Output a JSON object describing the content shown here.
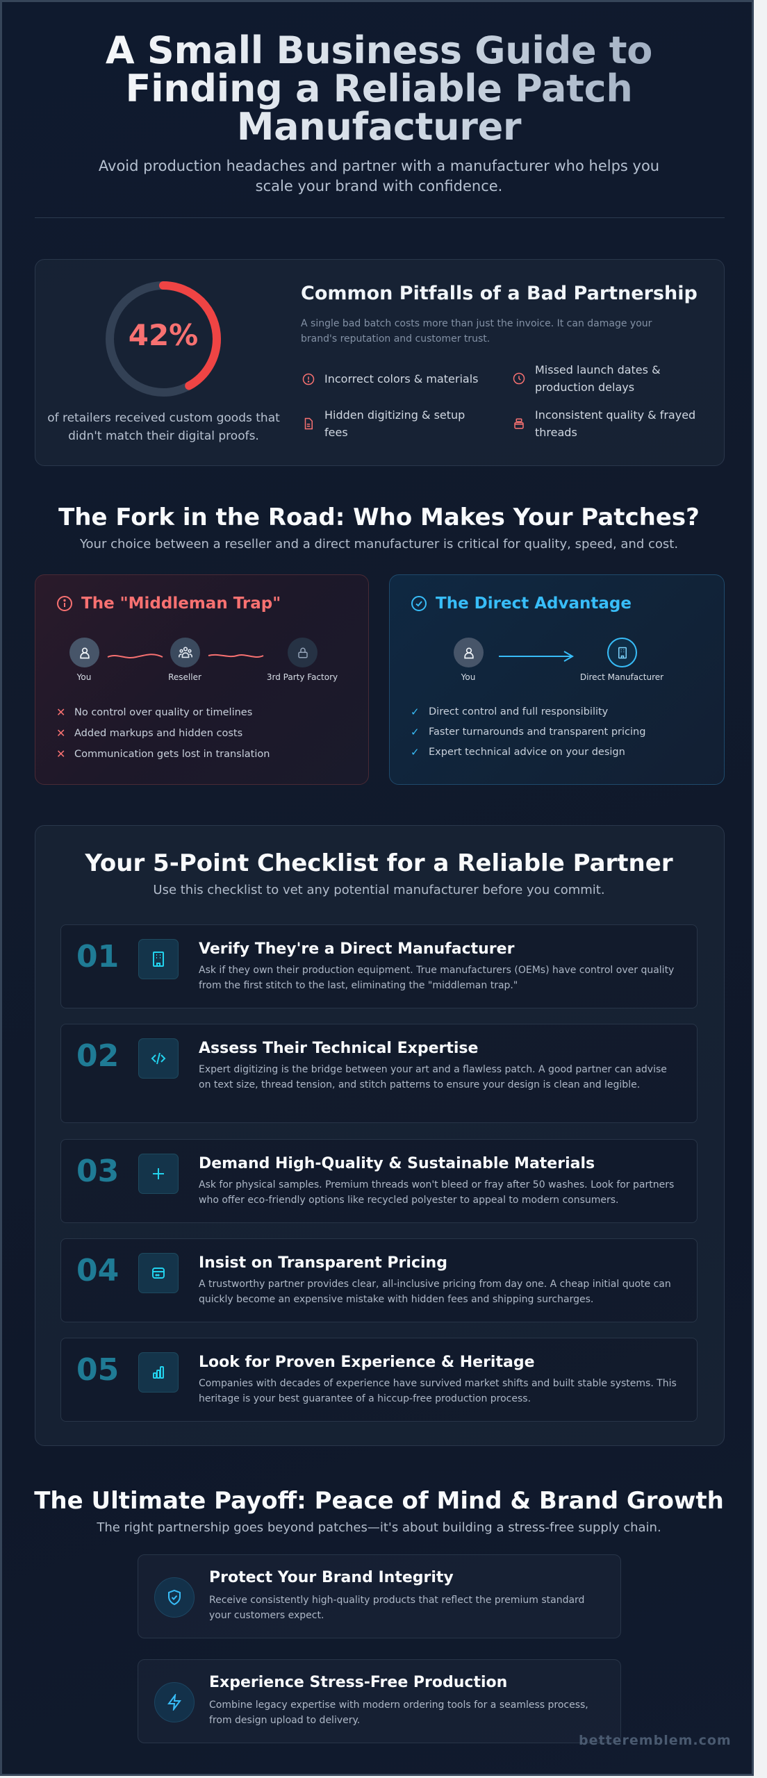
{
  "header": {
    "title": "A Small Business Guide to Finding a Reliable Patch Manufacturer",
    "subtitle": "Avoid production headaches and partner with a manufacturer who helps you scale your brand with confidence."
  },
  "pitfalls": {
    "stat_value": "42%",
    "stat_percent": 42,
    "stat_caption": "of retailers received custom goods that didn't match their digital proofs.",
    "title": "Common Pitfalls of a Bad Partnership",
    "description": "A single bad batch costs more than just the invoice. It can damage your brand's reputation and customer trust.",
    "items": [
      {
        "icon": "alert-circle-icon",
        "label": "Incorrect colors & materials"
      },
      {
        "icon": "clock-icon",
        "label": "Missed launch dates & production delays"
      },
      {
        "icon": "file-text-icon",
        "label": "Hidden digitizing & setup fees"
      },
      {
        "icon": "spool-icon",
        "label": "Inconsistent quality & frayed threads"
      }
    ],
    "accent": "#ef4444"
  },
  "fork": {
    "title": "The Fork in the Road: Who Makes Your Patches?",
    "subtitle": "Your choice between a reseller and a direct manufacturer is critical for quality, speed, and cost.",
    "middleman": {
      "title": "The \"Middleman Trap\"",
      "nodes": [
        "You",
        "Reseller",
        "3rd Party Factory"
      ],
      "points": [
        "No control over quality or timelines",
        "Added markups and hidden costs",
        "Communication gets lost in translation"
      ],
      "accent": "#f87171"
    },
    "direct": {
      "title": "The Direct Advantage",
      "nodes": [
        "You",
        "Direct Manufacturer"
      ],
      "points": [
        "Direct control and full responsibility",
        "Faster turnarounds and transparent pricing",
        "Expert technical advice on your design"
      ],
      "accent": "#38bdf8"
    }
  },
  "checklist": {
    "title": "Your 5-Point Checklist for a Reliable Partner",
    "subtitle": "Use this checklist to vet any potential manufacturer before you commit.",
    "items": [
      {
        "num": "01",
        "icon": "building-icon",
        "title": "Verify They're a Direct Manufacturer",
        "desc": "Ask if they own their production equipment. True manufacturers (OEMs) have control over quality from the first stitch to the last, eliminating the \"middleman trap.\""
      },
      {
        "num": "02",
        "icon": "code-icon",
        "title": "Assess Their Technical Expertise",
        "desc": "Expert digitizing is the bridge between your art and a flawless patch. A good partner can advise on text size, thread tension, and stitch patterns to ensure your design is clean and legible."
      },
      {
        "num": "03",
        "icon": "plus-icon",
        "title": "Demand High-Quality & Sustainable Materials",
        "desc": "Ask for physical samples. Premium threads won't bleed or fray after 50 washes. Look for partners who offer eco-friendly options like recycled polyester to appeal to modern consumers."
      },
      {
        "num": "04",
        "icon": "wallet-icon",
        "title": "Insist on Transparent Pricing",
        "desc": "A trustworthy partner provides clear, all-inclusive pricing from day one. A cheap initial quote can quickly become an expensive mistake with hidden fees and shipping surcharges."
      },
      {
        "num": "05",
        "icon": "bar-chart-icon",
        "title": "Look for Proven Experience & Heritage",
        "desc": "Companies with decades of experience have survived market shifts and built stable systems. This heritage is your best guarantee of a hiccup-free production process."
      }
    ],
    "accent": "#22d3ee"
  },
  "payoff": {
    "title": "The Ultimate Payoff: Peace of Mind & Brand Growth",
    "subtitle": "The right partnership goes beyond patches—it's about building a stress-free supply chain.",
    "items": [
      {
        "icon": "shield-check-icon",
        "title": "Protect Your Brand Integrity",
        "desc": "Receive consistently high-quality products that reflect the premium standard your customers expect."
      },
      {
        "icon": "lightning-icon",
        "title": "Experience Stress-Free Production",
        "desc": "Combine legacy expertise with modern ordering tools for a seamless process, from design upload to delivery."
      }
    ]
  },
  "footer": {
    "watermark": "betteremblem.com"
  }
}
